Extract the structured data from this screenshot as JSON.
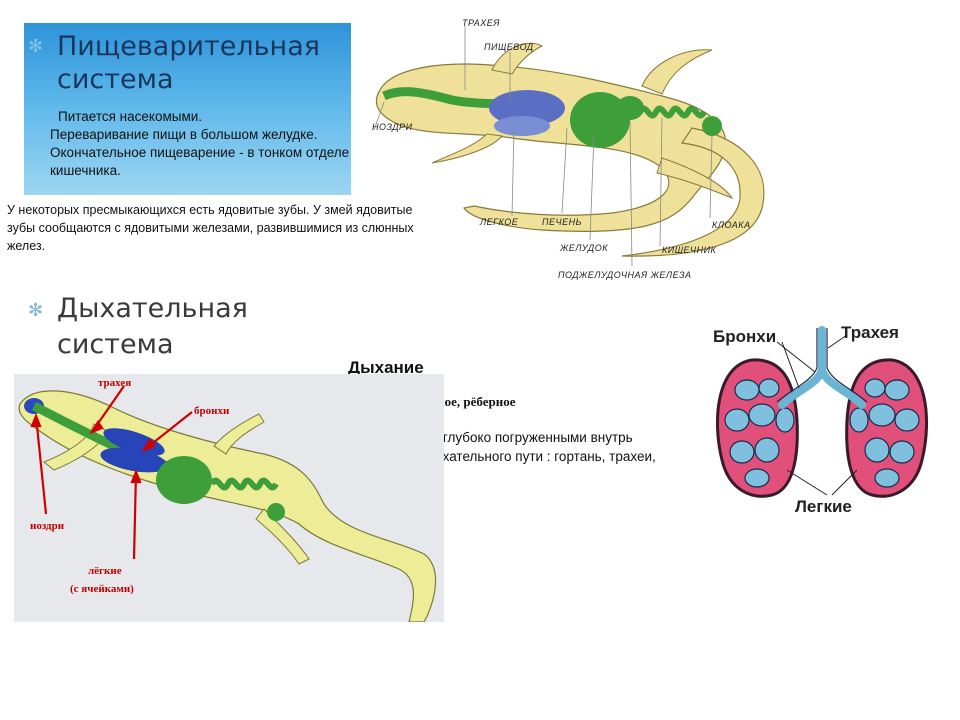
{
  "digestive": {
    "title": "Пищеварительная система",
    "text_line1": "Питается насекомыми.",
    "text_rest": "Переваривание пищи в большом желудке. Окончательное пищеварение - в тонком отделе кишечника.",
    "venom_text": "У некоторых пресмыкающихся есть ядовитые зубы. У змей ядовитые зубы сообщаются с ядовитыми железами, развившимися из слюнных желез.",
    "labels": {
      "trachea": "ТРАХЕЯ",
      "esophagus": "ПИЩЕВОД",
      "nostrils": "НОЗДРИ",
      "lung": "ЛЕГКОЕ",
      "liver": "ПЕЧЕНЬ",
      "stomach": "ЖЕЛУДОК",
      "intestine": "КИШЕЧНИК",
      "cloaca": "КЛОАКА",
      "pancreas": "ПОДЖЕЛУДОЧНАЯ ЖЕЛЕЗА"
    }
  },
  "respiratory": {
    "title": "Дыхательная система",
    "heading": "Дыхание",
    "type": "лёгочное, рёберное",
    "text": "Дышат легкими, глубоко погруженными внутрь тела. Органы дыхательного пути : гортань, трахеи, бронхи.",
    "labels": {
      "trachea": "трахея",
      "bronchi": "бронхи",
      "nostrils": "ноздри",
      "lungs_line1": "лёгкие",
      "lungs_line2": "(с ячейками)"
    },
    "lungs_figure": {
      "bronchi": "Бронхи",
      "trachea": "Трахея",
      "lungs": "Легкие"
    }
  },
  "colors": {
    "title_box": "#2e93d8",
    "body_fill": "#f0e19a",
    "organ_green": "#3e9e3a",
    "organ_blue": "#2744b8",
    "arrow_red": "#d00000",
    "lung_pink": "#e0507a"
  },
  "icons": {
    "bullet": "✻"
  }
}
